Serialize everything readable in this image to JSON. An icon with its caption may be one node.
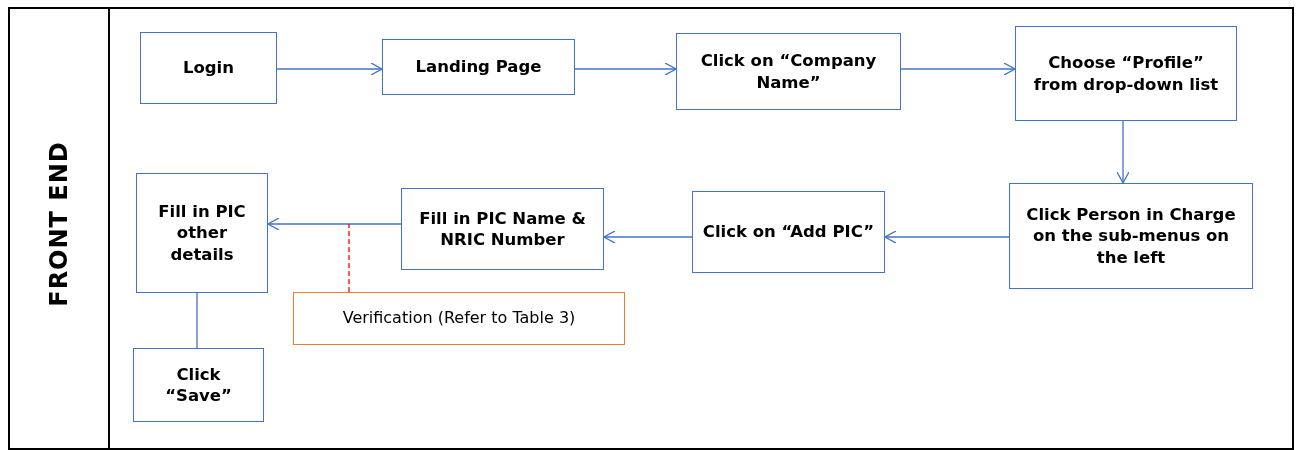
{
  "diagram": {
    "nodes": [
      {
        "text": [
          "FRONT END"
        ]
      },
      {
        "text": [
          "Login"
        ],
        "in": 0
      },
      {
        "text": [
          "Landing Page"
        ],
        "in": 0
      },
      {
        "text": [
          "Click on “Company Name”"
        ],
        "in": 0
      },
      {
        "text": [
          "Choose “Profile” from drop-down list"
        ],
        "in": 0
      },
      {
        "text": [
          "Click Person in Charge on the sub-menus on the left"
        ],
        "in": 0
      },
      {
        "text": [
          "Click on “Add PIC”"
        ],
        "in": 0
      },
      {
        "text": [
          "Fill in PIC Name & NRIC Number"
        ],
        "in": 0
      },
      {
        "text": [
          "Fill in PIC other details"
        ],
        "in": 0
      },
      {
        "text": [
          "Click “Save”"
        ],
        "in": 0
      },
      {
        "text": [
          "Verification (Refer to Table 3)"
        ],
        "in": 0
      }
    ],
    "edges": [
      {
        "from": 1,
        "to": 2,
        "arrow": "to"
      },
      {
        "from": 2,
        "to": 3,
        "arrow": "to"
      },
      {
        "from": 3,
        "to": 4,
        "arrow": "to"
      },
      {
        "from": 4,
        "to": 5,
        "arrow": "to"
      },
      {
        "from": 5,
        "to": 6,
        "arrow": "to"
      },
      {
        "from": 6,
        "to": 7,
        "arrow": "to"
      },
      {
        "from": 7,
        "to": 8,
        "arrow": "to"
      },
      {
        "from": 8,
        "to": 9,
        "arrow": "none"
      },
      {
        "from": 10,
        "to": null,
        "arrow": "none",
        "style": "dashed",
        "color": "#ff0000"
      }
    ]
  }
}
